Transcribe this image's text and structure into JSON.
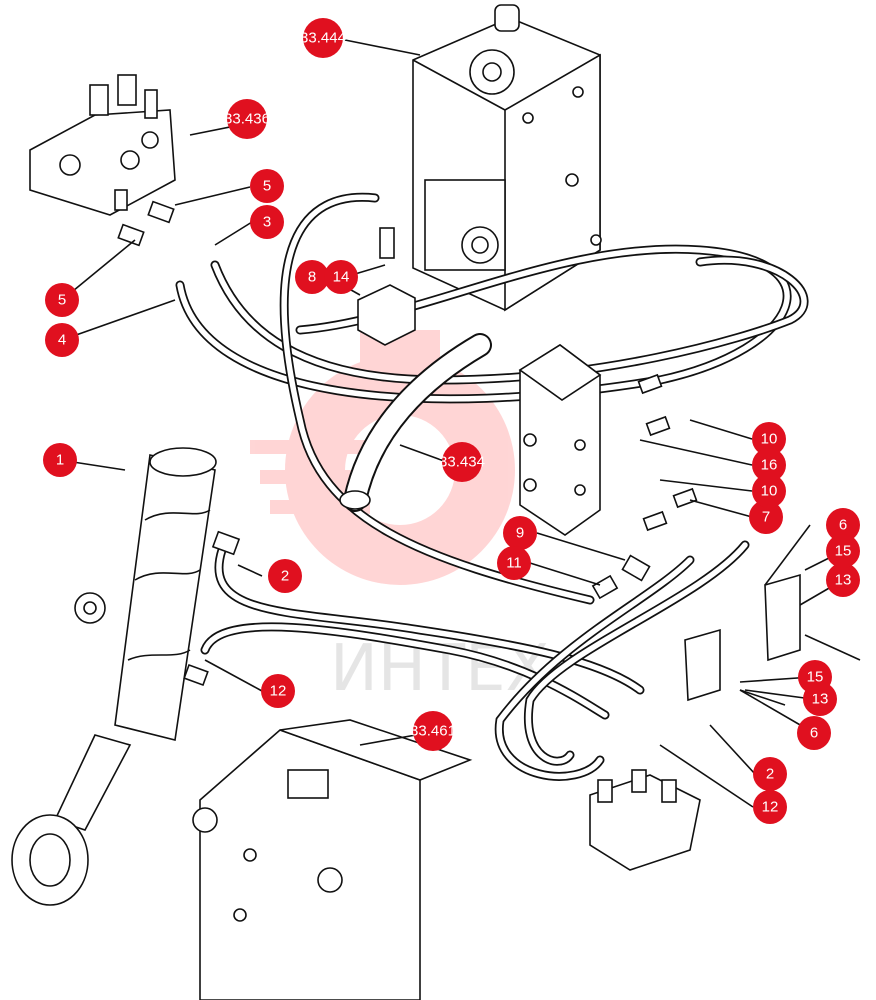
{
  "watermark": {
    "text": "ИНТЕХ",
    "color": "#ff6b6b"
  },
  "accent_color": "#e0101f",
  "references": [
    {
      "id": "ref-444",
      "label": "33.444"
    },
    {
      "id": "ref-436",
      "label": "33.436"
    },
    {
      "id": "ref-434",
      "label": "33.434"
    },
    {
      "id": "ref-461",
      "label": "33.461"
    }
  ],
  "callouts": [
    {
      "id": "c-1",
      "label": "1"
    },
    {
      "id": "c-2a",
      "label": "2"
    },
    {
      "id": "c-2b",
      "label": "2"
    },
    {
      "id": "c-3",
      "label": "3"
    },
    {
      "id": "c-4",
      "label": "4"
    },
    {
      "id": "c-5a",
      "label": "5"
    },
    {
      "id": "c-5b",
      "label": "5"
    },
    {
      "id": "c-6a",
      "label": "6"
    },
    {
      "id": "c-6b",
      "label": "6"
    },
    {
      "id": "c-7",
      "label": "7"
    },
    {
      "id": "c-8",
      "label": "8"
    },
    {
      "id": "c-9",
      "label": "9"
    },
    {
      "id": "c-10a",
      "label": "10"
    },
    {
      "id": "c-10b",
      "label": "10"
    },
    {
      "id": "c-11",
      "label": "11"
    },
    {
      "id": "c-12a",
      "label": "12"
    },
    {
      "id": "c-12b",
      "label": "12"
    },
    {
      "id": "c-13a",
      "label": "13"
    },
    {
      "id": "c-13b",
      "label": "13"
    },
    {
      "id": "c-14",
      "label": "14"
    },
    {
      "id": "c-15a",
      "label": "15"
    },
    {
      "id": "c-15b",
      "label": "15"
    },
    {
      "id": "c-16",
      "label": "16"
    }
  ]
}
